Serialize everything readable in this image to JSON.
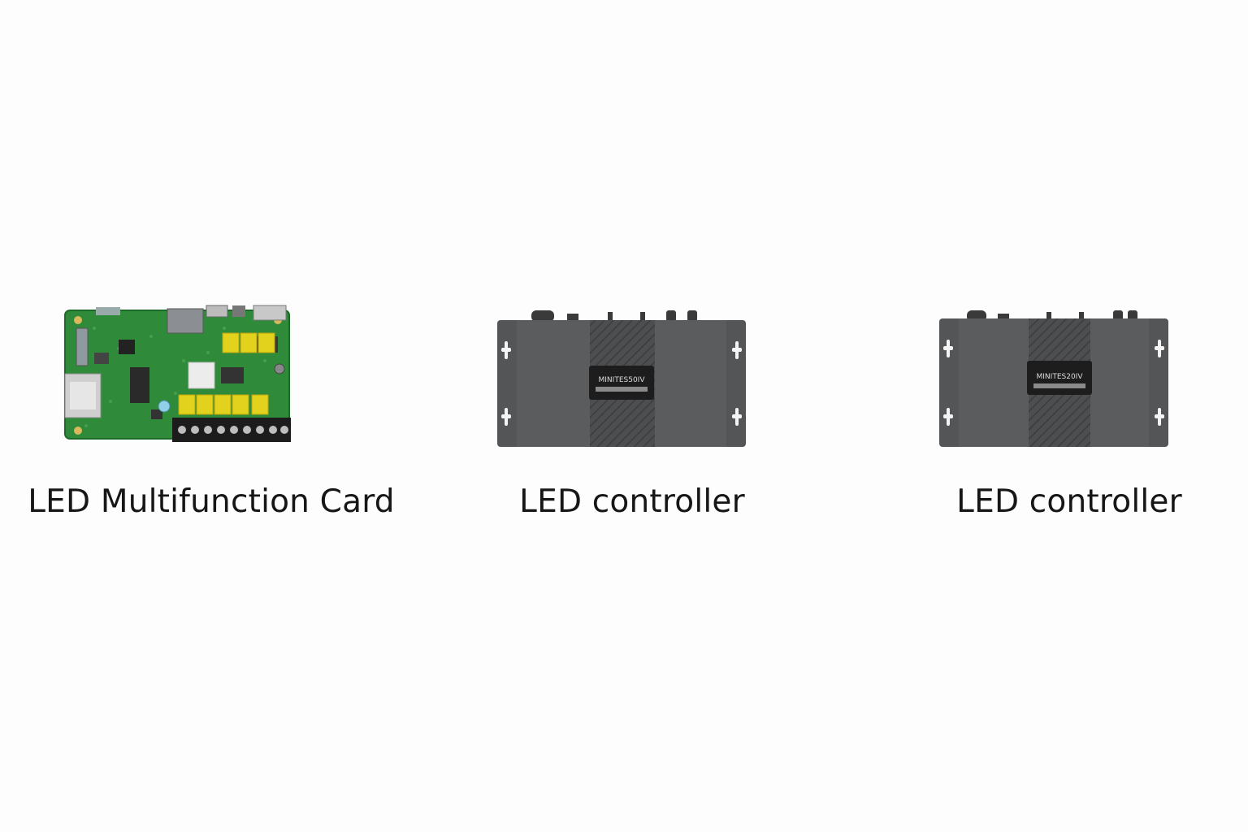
{
  "products": [
    {
      "caption": "LED Multifunction Card",
      "image_icon": "pcb-board-icon"
    },
    {
      "caption": "LED controller",
      "image_icon": "led-controller-box-icon",
      "label_model": "MINITES50IV"
    },
    {
      "caption": "LED controller",
      "image_icon": "led-controller-box-icon",
      "label_model": "MINITES20IV"
    }
  ],
  "colors": {
    "background": "#fdfdfd",
    "caption_text": "#161616",
    "pcb_green": "#2f8a3a",
    "relay_yellow": "#e3d21d",
    "enclosure_gray": "#5b5c5e"
  }
}
